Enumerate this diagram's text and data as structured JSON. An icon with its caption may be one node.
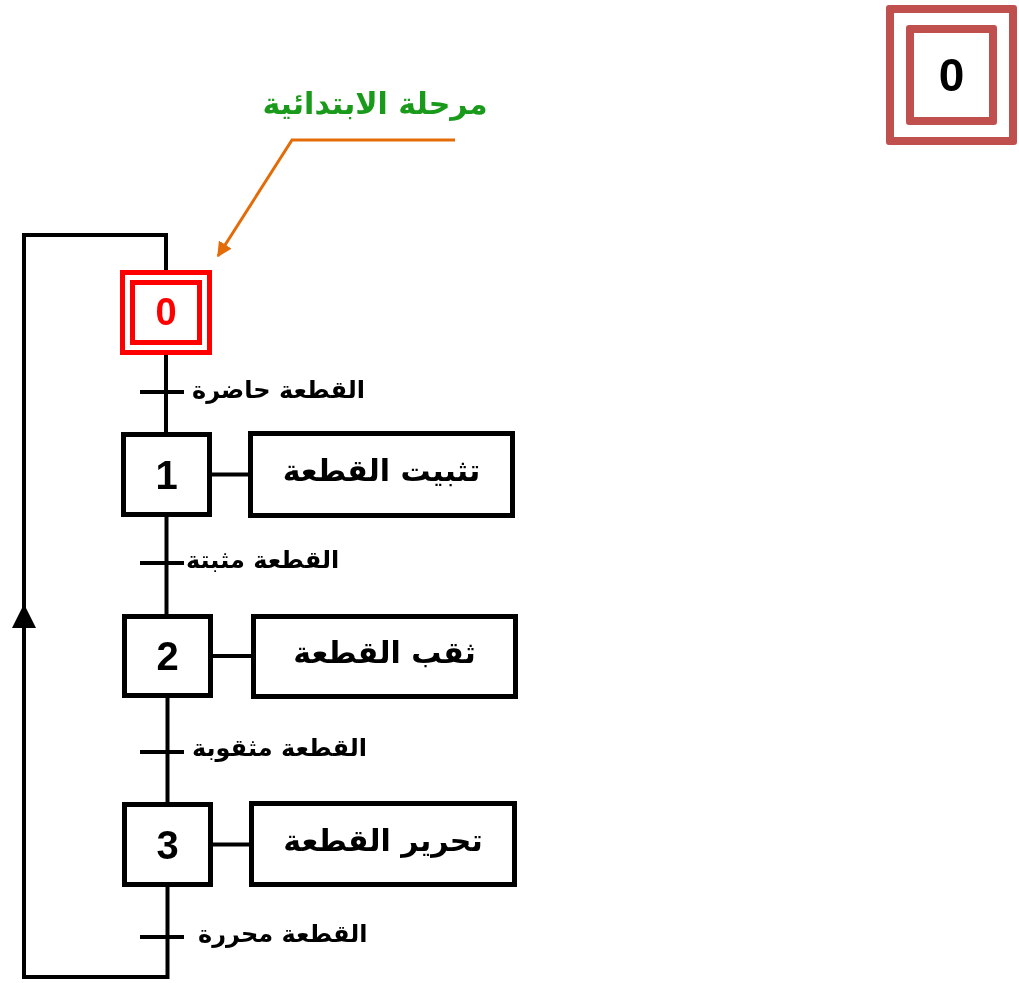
{
  "diagram": {
    "nodes": [
      {
        "text": [
          "مرحلة الابتدائية"
        ]
      },
      {
        "text": [
          "0"
        ]
      },
      {
        "text": [
          "1"
        ]
      },
      {
        "text": [
          "تثبيت القطعة"
        ]
      },
      {
        "text": [
          "2"
        ]
      },
      {
        "text": [
          "ثقب القطعة"
        ]
      },
      {
        "text": [
          "3"
        ]
      },
      {
        "text": [
          "تحرير القطعة"
        ]
      },
      {
        "text": [
          "0"
        ]
      }
    ],
    "edges": [
      {
        "from": 0,
        "to": 1,
        "arrow": "to",
        "color": "#e36c09"
      },
      {
        "from": 1,
        "to": 2,
        "arrow": "none",
        "label": "القطعة حاضرة"
      },
      {
        "from": 2,
        "to": 3,
        "arrow": "none"
      },
      {
        "from": 2,
        "to": 4,
        "arrow": "none",
        "label": "القطعة مثبتة"
      },
      {
        "from": 4,
        "to": 5,
        "arrow": "none"
      },
      {
        "from": 4,
        "to": 6,
        "arrow": "none",
        "label": "القطعة مثقوبة"
      },
      {
        "from": 6,
        "to": 7,
        "arrow": "none"
      },
      {
        "from": 6,
        "to": 1,
        "arrow": "to",
        "label": "القطعة محررة"
      }
    ]
  }
}
